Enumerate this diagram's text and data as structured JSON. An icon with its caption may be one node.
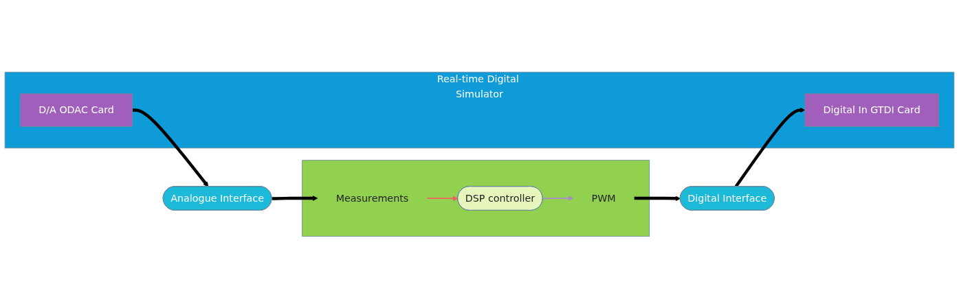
{
  "diagram": {
    "nodes": [
      {
        "text": [
          "Real-time Digital Simulator"
        ]
      },
      {
        "text": [
          "D/A ODAC Card"
        ],
        "in": 0
      },
      {
        "text": [
          "Digital In GTDI Card"
        ],
        "in": 0
      },
      {
        "text": [
          "Analogue Interface"
        ]
      },
      {
        "text": [
          "Digital Interface"
        ]
      },
      {
        "text": [],
        "shape": "box"
      },
      {
        "text": [
          "Measurements"
        ],
        "in": 5
      },
      {
        "text": [
          "DSP controller"
        ],
        "in": 5
      },
      {
        "text": [
          "PWM"
        ],
        "in": 5
      }
    ],
    "edges": [
      {
        "from": 1,
        "to": 3,
        "arrow": "to"
      },
      {
        "from": 3,
        "to": 6,
        "arrow": "to"
      },
      {
        "from": 6,
        "to": 7,
        "arrow": "to",
        "color": "#f06060"
      },
      {
        "from": 7,
        "to": 8,
        "arrow": "to",
        "color": "#a98ad0"
      },
      {
        "from": 8,
        "to": 4,
        "arrow": "to"
      },
      {
        "from": 4,
        "to": 2,
        "arrow": "to"
      }
    ]
  }
}
